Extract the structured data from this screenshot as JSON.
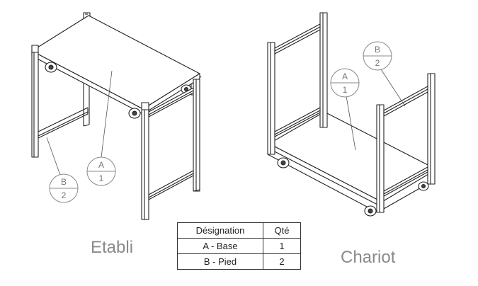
{
  "views": {
    "etabli": {
      "caption": "Etabli"
    },
    "chariot": {
      "caption": "Chariot"
    }
  },
  "balloons": {
    "etabli_a": {
      "letter": "A",
      "qty": "1"
    },
    "etabli_b": {
      "letter": "B",
      "qty": "2"
    },
    "chariot_a": {
      "letter": "A",
      "qty": "1"
    },
    "chariot_b": {
      "letter": "B",
      "qty": "2"
    }
  },
  "bom": {
    "headers": [
      "Désignation",
      "Qté"
    ],
    "rows": [
      [
        "A - Base",
        "1"
      ],
      [
        "B - Pied",
        "2"
      ]
    ]
  },
  "colors": {
    "line": "#222222",
    "leader": "#555555",
    "balloon": "#888888",
    "caption": "#8a8a8a"
  }
}
